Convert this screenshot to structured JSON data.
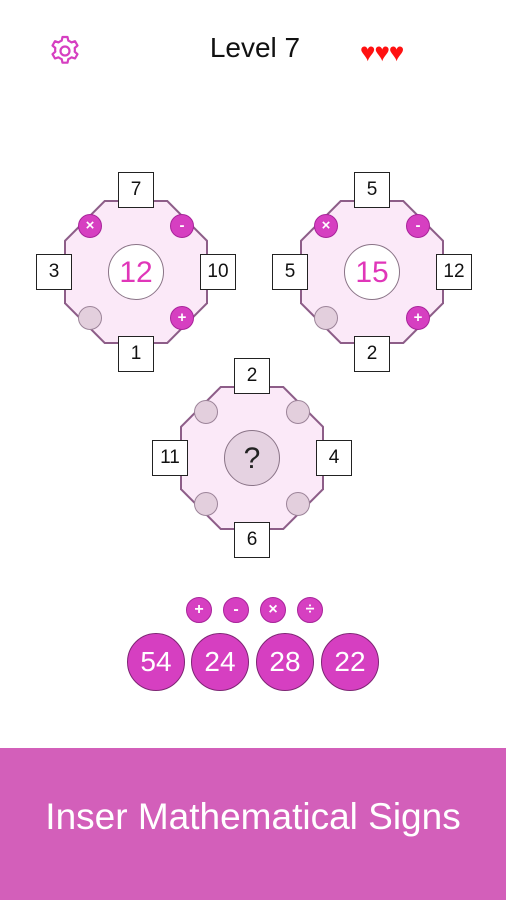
{
  "header": {
    "settings_icon": "gear-icon",
    "level_label": "Level 7",
    "hearts": "♥♥♥",
    "heart_color": "#ff1111"
  },
  "puzzles": [
    {
      "top": "7",
      "bottom": "1",
      "left": "3",
      "right": "10",
      "result": "12",
      "slots": {
        "top_left": "×",
        "top_right": "-",
        "bottom_left": "",
        "bottom_right": "+"
      }
    },
    {
      "top": "5",
      "bottom": "2",
      "left": "5",
      "right": "12",
      "result": "15",
      "slots": {
        "top_left": "×",
        "top_right": "-",
        "bottom_left": "",
        "bottom_right": "+"
      }
    },
    {
      "top": "2",
      "bottom": "6",
      "left": "11",
      "right": "4",
      "result": "?",
      "slots": {
        "top_left": "",
        "top_right": "",
        "bottom_left": "",
        "bottom_right": ""
      }
    }
  ],
  "operators": [
    "+",
    "-",
    "×",
    "÷"
  ],
  "answers": [
    "54",
    "24",
    "28",
    "22"
  ],
  "banner": {
    "text": "Inser Mathematical Signs",
    "color": "#d35fba"
  },
  "colors": {
    "accent": "#d63fc1",
    "result_text": "#e036b9",
    "panel": "#fbe9f8"
  }
}
